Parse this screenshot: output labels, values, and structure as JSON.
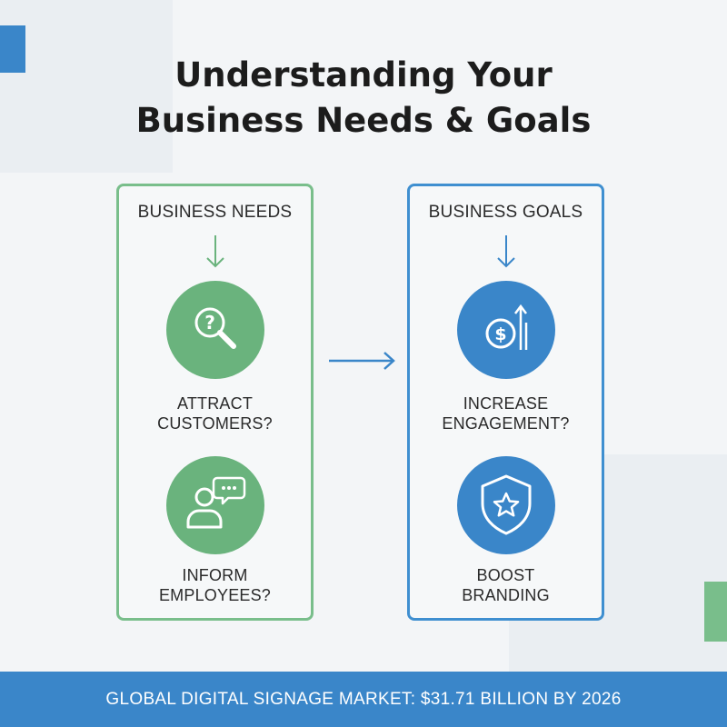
{
  "title": {
    "line1": "Understanding Your",
    "line2": "Business Needs & Goals"
  },
  "needs": {
    "heading": "BUSINESS NEEDS",
    "items": [
      {
        "icon": "magnifier-question-icon",
        "line1": "ATTRACT",
        "line2": "CUSTOMERS?"
      },
      {
        "icon": "person-speech-bubble-icon",
        "line1": "INFORM",
        "line2": "EMPLOYEES?"
      }
    ]
  },
  "goals": {
    "heading": "BUSINESS GOALS",
    "items": [
      {
        "icon": "dollar-growth-icon",
        "line1": "INCREASE",
        "line2": "ENGAGEMENT?"
      },
      {
        "icon": "shield-star-icon",
        "line1": "BOOST",
        "line2": "BRANDING"
      }
    ]
  },
  "footer": {
    "text": "GLOBAL DIGITAL SIGNAGE MARKET: $31.71 BILLION BY 2026"
  },
  "colors": {
    "green": "#6ab37d",
    "blue": "#3a86c9",
    "background": "#f3f5f7"
  }
}
